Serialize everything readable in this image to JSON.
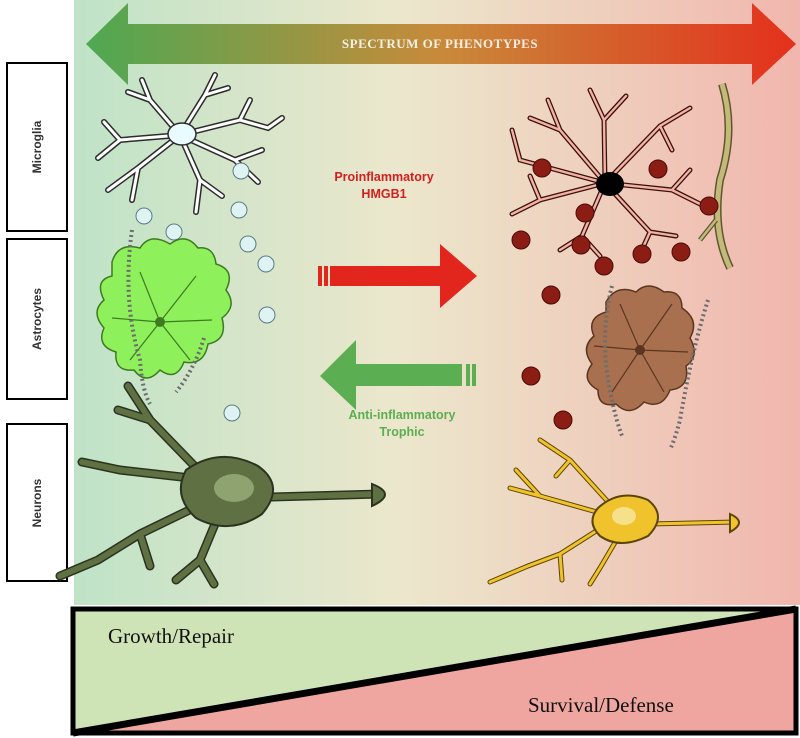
{
  "banner": {
    "text": "SPECTRUM OF PHENOTYPES"
  },
  "rows": {
    "microglia": "Microglia",
    "astrocytes": "Astrocytes",
    "neurons": "Neurons"
  },
  "arrows": {
    "pro_line1": "Proinflammatory",
    "pro_line2": "HMGB1",
    "anti_line1": "Anti-inflammatory",
    "anti_line2": "Trophic"
  },
  "wedge": {
    "left_label": "Growth/Repair",
    "right_label": "Survival/Defense"
  },
  "colors": {
    "protective": "#5aab4f",
    "inflammatory": "#e3261d",
    "quiescent_microglia": "#ffffff",
    "reactive_microglia": "#c0392b",
    "healthy_astrocyte": "#8ef05a",
    "reactive_astrocyte": "#a8704e",
    "healthy_neuron": "#5f7143",
    "stressed_neuron": "#f0c22b"
  }
}
